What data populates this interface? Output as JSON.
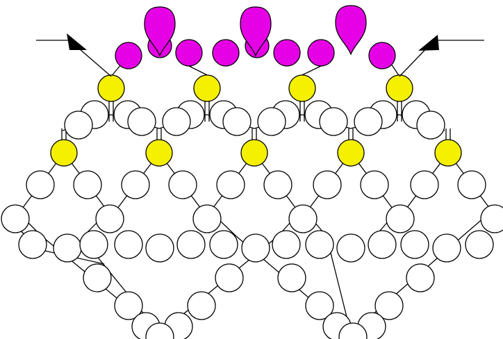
{
  "diagram": {
    "type": "beadwork-pattern",
    "colors": {
      "background": "#ffffff",
      "outline": "#000000",
      "plain_bead_fill": "#ffffff",
      "yellow_bead": "#f5f000",
      "magenta_bead": "#e600e6"
    },
    "bead_kinds": [
      "plain-round-bead",
      "yellow-round-bead",
      "magenta-round-bead",
      "magenta-drop-bead"
    ],
    "arrows": [
      {
        "name": "start-arrow",
        "direction": "in"
      },
      {
        "name": "end-arrow",
        "direction": "out"
      }
    ],
    "counts": {
      "yellow_top_row": 4,
      "yellow_middle_row": 5,
      "magenta_round": 8,
      "magenta_drop": 3
    }
  }
}
